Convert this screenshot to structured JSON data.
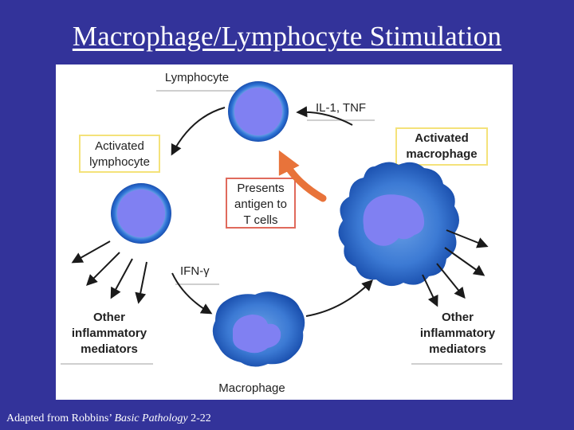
{
  "slide": {
    "title": "Macrophage/Lymphocyte Stimulation",
    "caption_prefix": "Adapted from Robbins’ ",
    "caption_book": "Basic Pathology",
    "caption_figure": "2-22"
  },
  "diagram": {
    "labels": {
      "lymphocyte": "Lymphocyte",
      "il1_tnf": "IL-1, TNF",
      "activated_macrophage_line1": "Activated",
      "activated_macrophage_line2": "macrophage",
      "activated_lymphocyte_line1": "Activated",
      "activated_lymphocyte_line2": "lymphocyte",
      "presents_line1": "Presents",
      "presents_line2": "antigen to",
      "presents_line3": "T cells",
      "ifn_gamma": "IFN-γ",
      "left_mediators_line1": "Other",
      "left_mediators_line2": "inflammatory",
      "left_mediators_line3": "mediators",
      "right_mediators_line1": "Other",
      "right_mediators_line2": "inflammatory",
      "right_mediators_line3": "mediators",
      "macrophage": "Macrophage"
    },
    "colors": {
      "cell_blue": "#1f5ac4",
      "nucleus": "#8080f2",
      "highlight_box_yellow": "#f4e27a",
      "highlight_box_red": "#e06a5c",
      "feedback_arrow": "#e8733a"
    }
  }
}
